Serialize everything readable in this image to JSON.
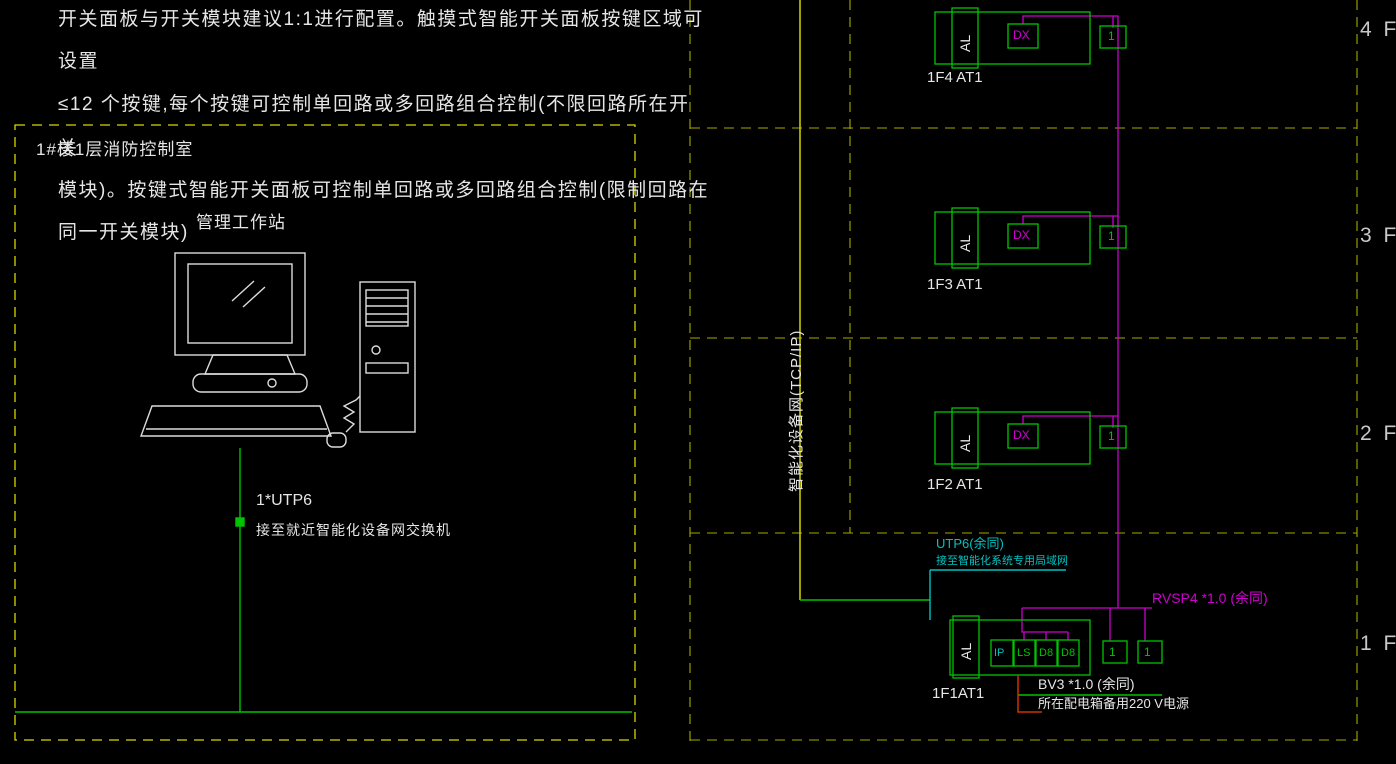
{
  "notes": {
    "l1": "开关面板与开关模块建议1:1进行配置。触摸式智能开关面板按键区域可",
    "l2": "设置",
    "l3": "≤12 个按键,每个按键可控制单回路或多回路组合控制(不限回路所在开",
    "l4": "关",
    "l5": "模块)。按键式智能开关面板可控制单回路或多回路组合控制(限制回路在",
    "l6": "同一开关模块)"
  },
  "control_room": {
    "box_label": "1#楼1层消防控制室",
    "workstation_label": "管理工作站",
    "cable_label": "1*UTP6",
    "cable_note": "接至就近智能化设备网交换机"
  },
  "backbone": {
    "label": "智能化设备网(TCP/IP)"
  },
  "floors": [
    {
      "label": "4 F",
      "panel_id": "1F4 AT1",
      "al": "AL",
      "dx": "DX",
      "port": "1"
    },
    {
      "label": "3 F",
      "panel_id": "1F3 AT1",
      "al": "AL",
      "dx": "DX",
      "port": "1"
    },
    {
      "label": "2 F",
      "panel_id": "1F2 AT1",
      "al": "AL",
      "dx": "DX",
      "port": "1"
    },
    {
      "label": "1 F",
      "panel_id": "1F1AT1",
      "al": "AL",
      "modules": [
        "IP",
        "LS",
        "D8",
        "D8"
      ],
      "port1": "1",
      "port2": "1"
    }
  ],
  "floor1_wiring": {
    "utp_label": "UTP6(余同)",
    "utp_note": "接至智能化系统专用局域网",
    "rvsp_label": "RVSP4 *1.0 (余同)",
    "bv_label": "BV3 *1.0 (余同)",
    "bv_note": "所在配电箱备用220 V电源"
  },
  "colors": {
    "background": "#000000",
    "text": "#e6e6e6",
    "dashed_box_yellow": "#d6d600",
    "grid_yellow": "#a8a800",
    "bus_yellow": "#c9c900",
    "green": "#00c400",
    "magenta": "#cc00cc",
    "cyan": "#00c2c2",
    "red": "#cc3300",
    "floor_label_gray": "#c8c8c8"
  }
}
